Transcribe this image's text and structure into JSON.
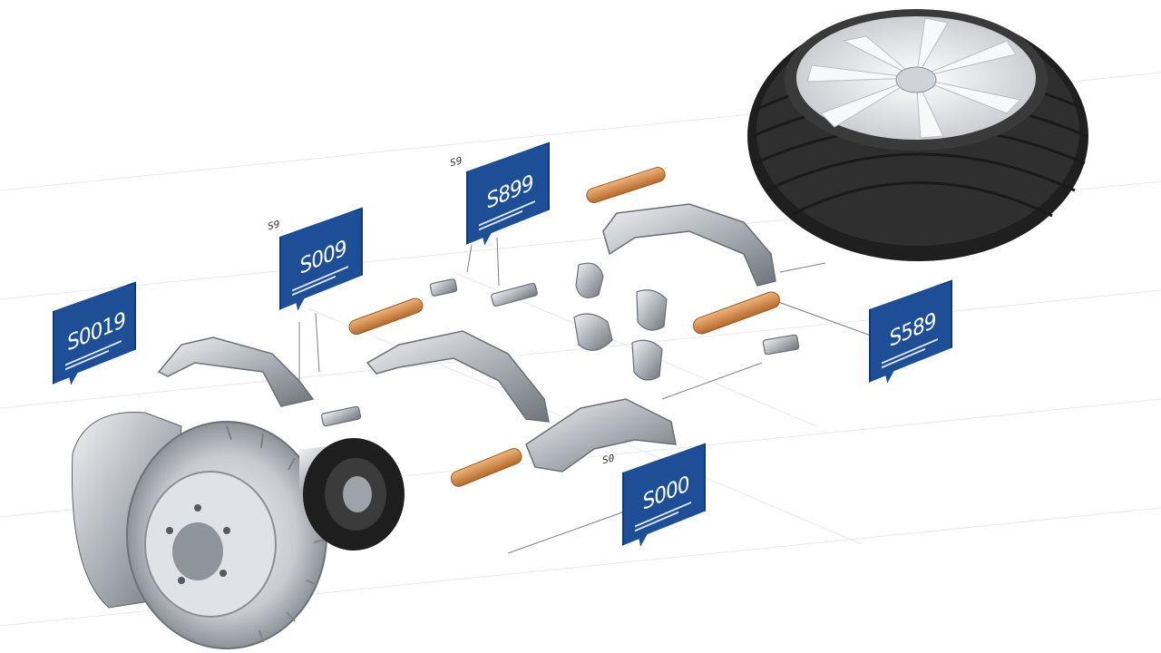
{
  "price_tags": [
    {
      "id": "tag-left",
      "text": "S0019"
    },
    {
      "id": "tag-center-left",
      "text": "S009"
    },
    {
      "id": "tag-center-top",
      "text": "S899"
    },
    {
      "id": "tag-right",
      "text": "S589"
    },
    {
      "id": "tag-bottom",
      "text": "S000"
    }
  ],
  "small_labels": [
    {
      "id": "label-1",
      "text": "S9"
    },
    {
      "id": "label-2",
      "text": "S9"
    },
    {
      "id": "label-3",
      "text": "S0"
    }
  ],
  "colors": {
    "tag_blue": "#1e4f96",
    "tire": "#2d2d2d",
    "rim": "#e3e5e8",
    "metal": "#b8bcc2",
    "pin_orange": "#d38a4a"
  },
  "icons": [
    "brake-rotor-icon",
    "tire-icon",
    "bracket-icon",
    "pin-icon",
    "clip-icon"
  ]
}
